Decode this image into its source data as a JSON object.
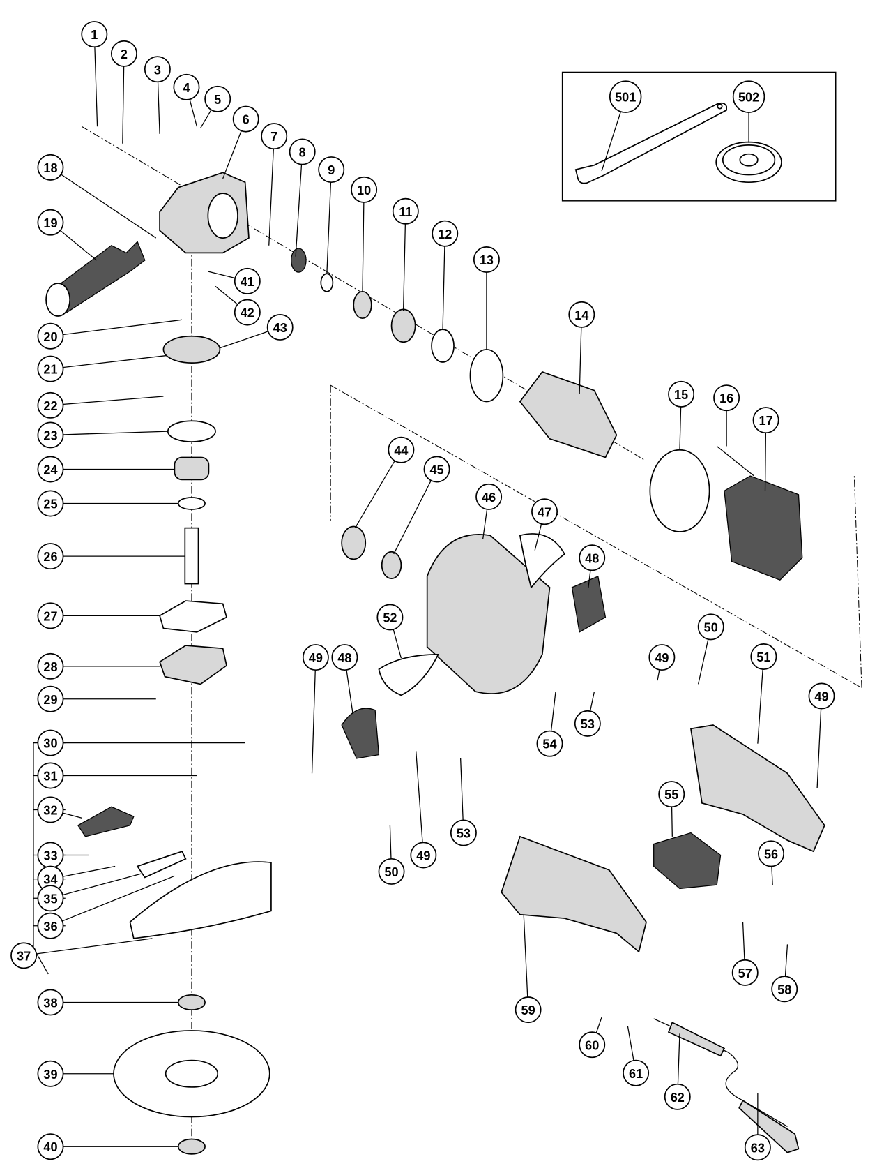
{
  "diagram": {
    "type": "exploded-parts-diagram",
    "callouts": [
      "1",
      "2",
      "3",
      "4",
      "5",
      "6",
      "7",
      "8",
      "9",
      "10",
      "11",
      "12",
      "13",
      "14",
      "15",
      "16",
      "17",
      "18",
      "19",
      "20",
      "21",
      "22",
      "23",
      "24",
      "25",
      "26",
      "27",
      "28",
      "29",
      "30",
      "31",
      "32",
      "33",
      "34",
      "35",
      "36",
      "37",
      "38",
      "39",
      "40",
      "41",
      "42",
      "43",
      "44",
      "45",
      "46",
      "47",
      "48",
      "49",
      "50",
      "51",
      "49",
      "52",
      "48",
      "49",
      "53",
      "54",
      "53",
      "49",
      "50",
      "55",
      "56",
      "57",
      "58",
      "59",
      "60",
      "61",
      "62",
      "63"
    ],
    "accessory_callouts": [
      "501",
      "502"
    ]
  }
}
